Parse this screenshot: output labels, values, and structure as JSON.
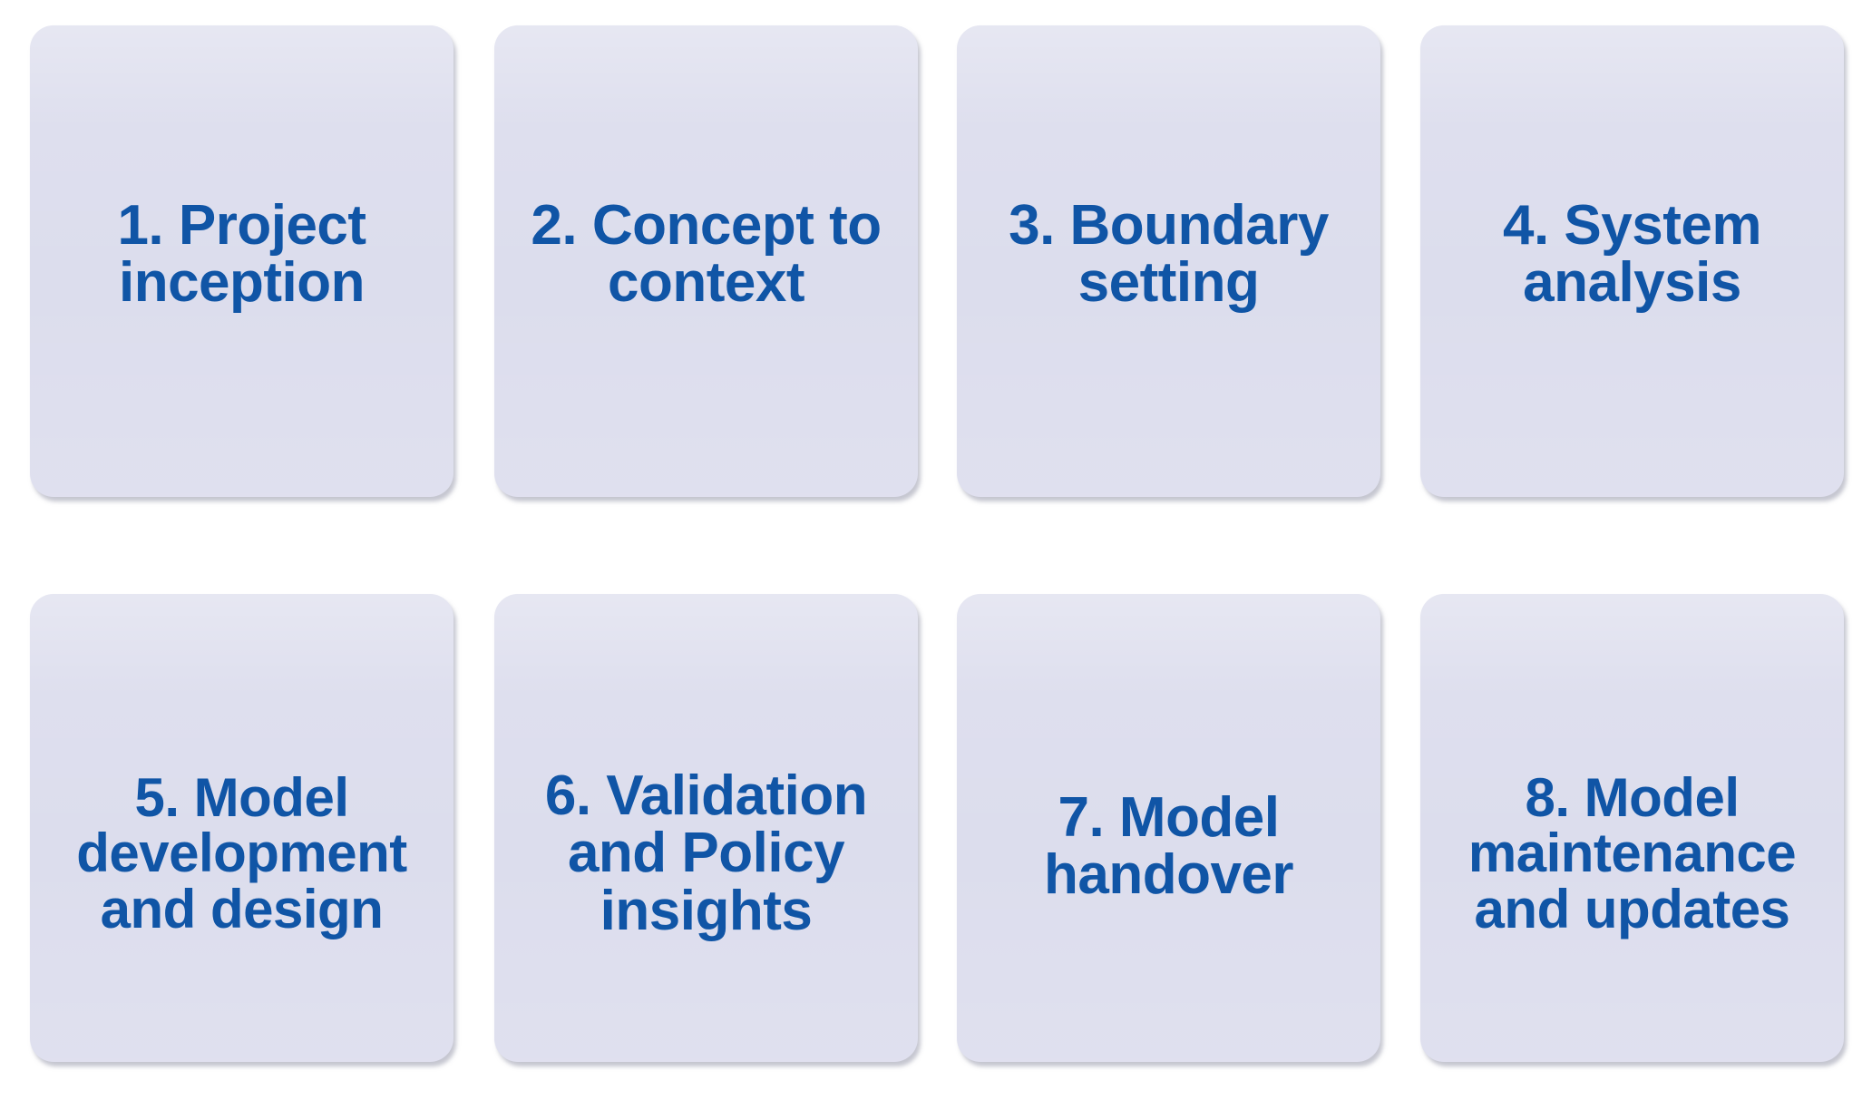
{
  "diagram": {
    "title": "Eight-step modelling process",
    "type": "process-step-grid",
    "columns": 4,
    "rows": 2,
    "background_color": "#ffffff",
    "card_fill_color": "#dcdded",
    "card_text_color": "#1055a6",
    "card_shadow_color": "#9698aa"
  },
  "steps": [
    {
      "number": "1.",
      "title": "Project inception",
      "label": "1. Project\ninception",
      "row": 1,
      "column": 1
    },
    {
      "number": "2.",
      "title": "Concept to context",
      "label": "2. Concept to\ncontext",
      "row": 1,
      "column": 2
    },
    {
      "number": "3.",
      "title": "Boundary setting",
      "label": "3. Boundary\nsetting",
      "row": 1,
      "column": 3
    },
    {
      "number": "4.",
      "title": "System analysis",
      "label": "4. System\nanalysis",
      "row": 1,
      "column": 4
    },
    {
      "number": "5.",
      "title": "Model development and design",
      "label": "5. Model\ndevelopment\nand design",
      "row": 2,
      "column": 1
    },
    {
      "number": "6.",
      "title": "Validation and Policy insights",
      "label": "6. Validation\nand Policy\ninsights",
      "row": 2,
      "column": 2
    },
    {
      "number": "7.",
      "title": "Model handover",
      "label": "7. Model\nhandover",
      "row": 2,
      "column": 3
    },
    {
      "number": "8.",
      "title": "Model maintenance and updates",
      "label": "8. Model\nmaintenance\nand updates",
      "row": 2,
      "column": 4
    }
  ]
}
